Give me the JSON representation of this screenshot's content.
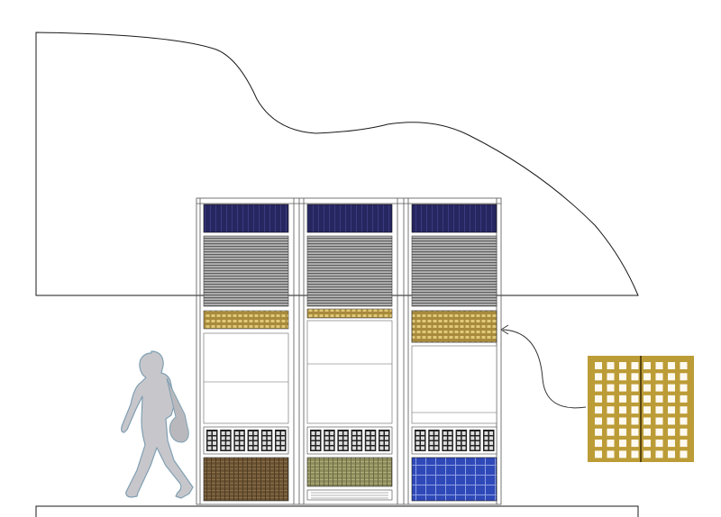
{
  "colors": {
    "line": "#1a1a1a",
    "frame": "#555555",
    "pv_navy": "#23235a",
    "louver": "#8a8a8a",
    "gold_panel": "#b59a45",
    "gold_detail": "#c8a63c",
    "mesh_dark": "#222222",
    "pv_brown": "#6b5334",
    "pv_olive": "#8d8d5e",
    "pv_blue": "#2f49b8",
    "silhouette": "#c8c8cc"
  },
  "modules": [
    {
      "name": "module-left",
      "bottom_panel": "brown-pv"
    },
    {
      "name": "module-center",
      "bottom_panel": "olive-pv"
    },
    {
      "name": "module-right",
      "bottom_panel": "blue-pv"
    }
  ],
  "callout": {
    "target": "module-right-gold-panel",
    "detail": "gold-perforated-panel-detail"
  },
  "figure": {
    "icon": "walking-person-silhouette"
  }
}
